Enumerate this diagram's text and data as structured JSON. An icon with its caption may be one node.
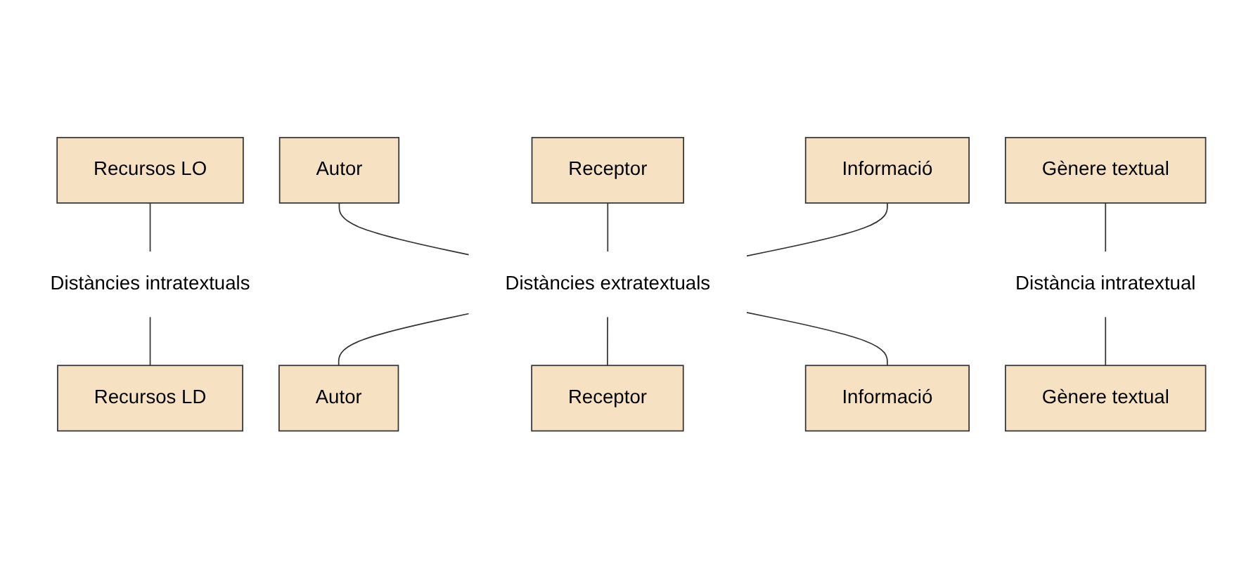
{
  "diagram": {
    "nodes": [
      {
        "text": [
          "Recursos LO"
        ]
      },
      {
        "text": [
          "Autor"
        ]
      },
      {
        "text": [
          "Receptor"
        ]
      },
      {
        "text": [
          "Informació"
        ]
      },
      {
        "text": [
          "Gènere textual"
        ]
      },
      {
        "text": [
          "Distàncies intratextuals"
        ]
      },
      {
        "text": [
          "Distàncies extratextuals"
        ]
      },
      {
        "text": [
          "Distància intratextual"
        ]
      },
      {
        "text": [
          "Recursos LD"
        ]
      },
      {
        "text": [
          "Autor"
        ]
      },
      {
        "text": [
          "Receptor"
        ]
      },
      {
        "text": [
          "Informació"
        ]
      },
      {
        "text": [
          "Gènere textual"
        ]
      }
    ],
    "edges": [
      {
        "from": 0,
        "to": 5,
        "arrow": "none"
      },
      {
        "from": 1,
        "to": 6,
        "arrow": "none"
      },
      {
        "from": 2,
        "to": 6,
        "arrow": "none"
      },
      {
        "from": 3,
        "to": 6,
        "arrow": "none"
      },
      {
        "from": 4,
        "to": 7,
        "arrow": "none"
      },
      {
        "from": 5,
        "to": 8,
        "arrow": "none"
      },
      {
        "from": 6,
        "to": 9,
        "arrow": "none"
      },
      {
        "from": 6,
        "to": 10,
        "arrow": "none"
      },
      {
        "from": 6,
        "to": 11,
        "arrow": "none"
      },
      {
        "from": 7,
        "to": 12,
        "arrow": "none"
      }
    ]
  }
}
